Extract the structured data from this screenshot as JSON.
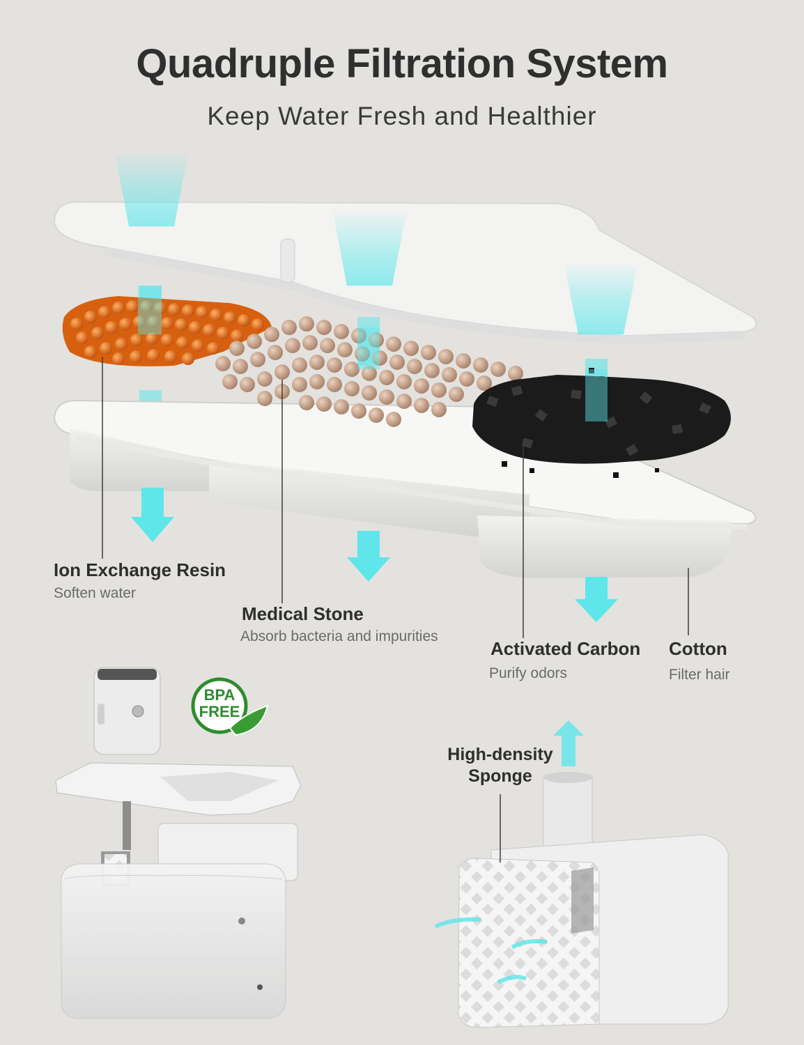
{
  "header": {
    "title": "Quadruple Filtration System",
    "subtitle": "Keep Water Fresh and Healthier"
  },
  "layers": [
    {
      "name": "Ion Exchange Resin",
      "description": "Soften water"
    },
    {
      "name": "Medical Stone",
      "description": "Absorb bacteria and impurities"
    },
    {
      "name": "Activated Carbon",
      "description": "Purify odors"
    },
    {
      "name": "Cotton",
      "description": "Filter hair"
    }
  ],
  "badge": {
    "line1": "BPA",
    "line2": "FREE"
  },
  "pump": {
    "line1": "High-density",
    "line2": "Sponge"
  },
  "colors": {
    "background": "#e3e2df",
    "water_flow": "#5ee6ea",
    "resin": "#e06a1c",
    "stone": "#c8a48c",
    "carbon": "#1e1e1e",
    "badge_green": "#2e8b2e"
  }
}
